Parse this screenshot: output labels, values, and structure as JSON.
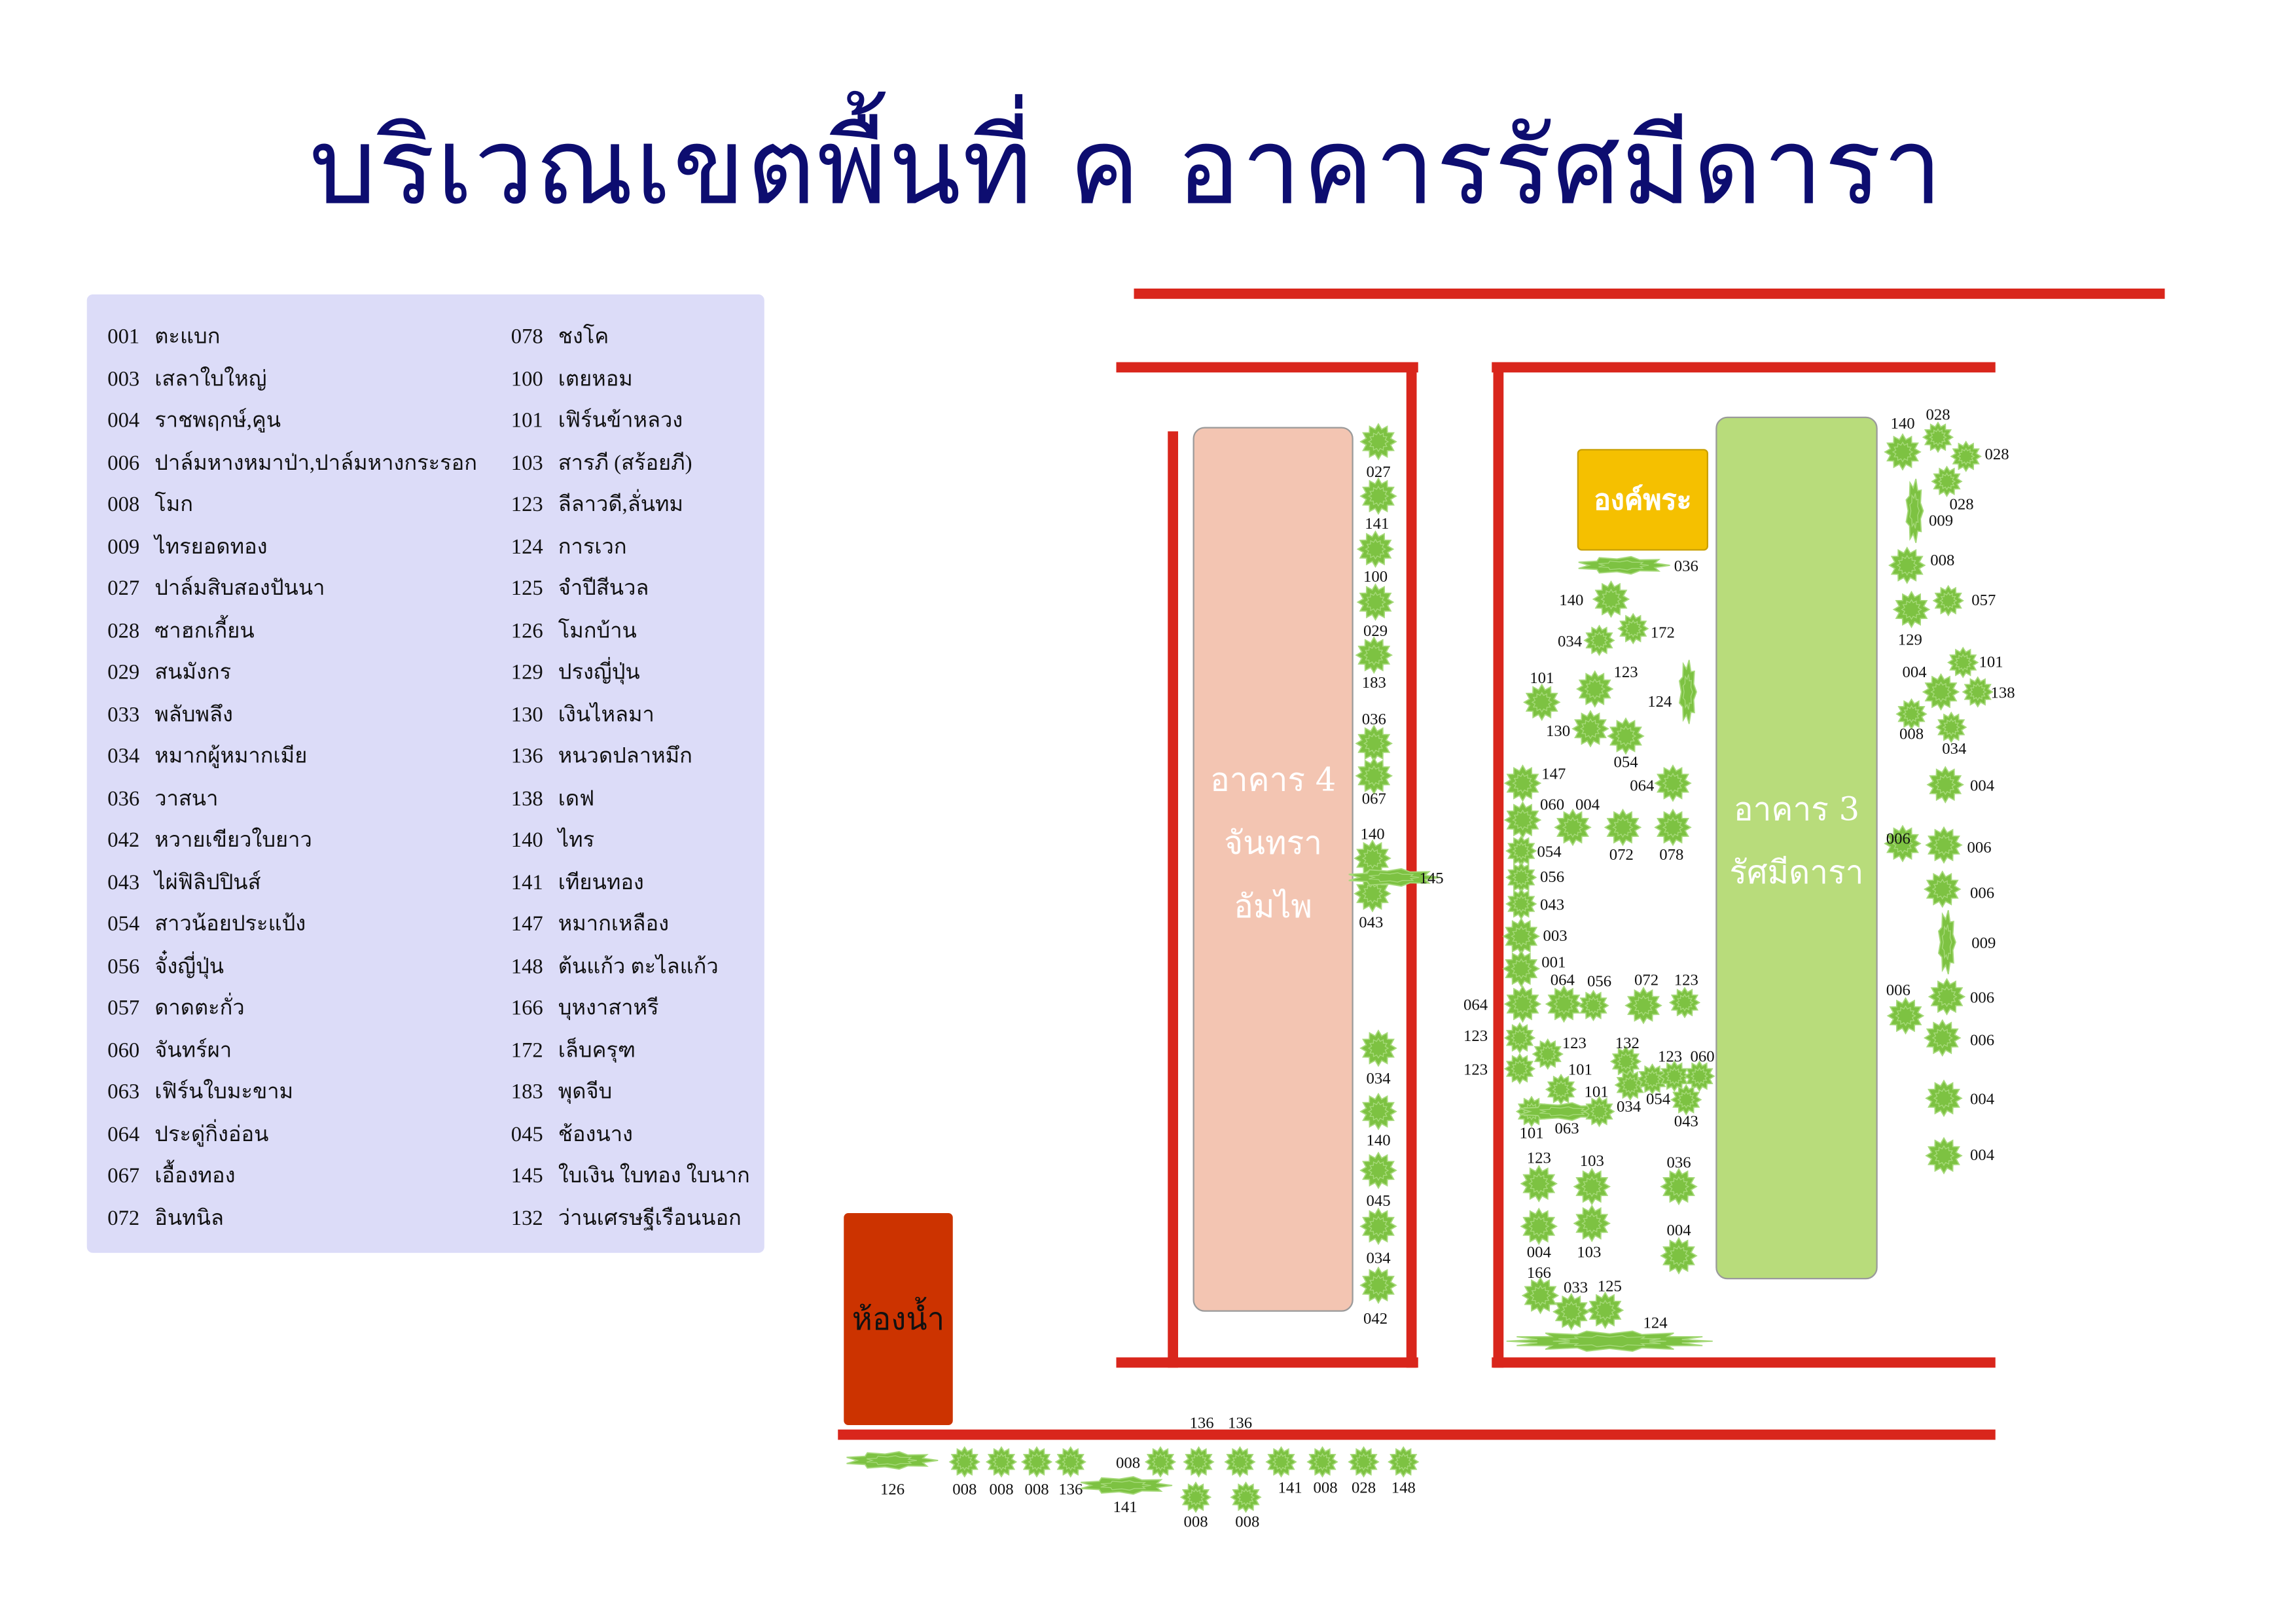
{
  "title": "บริเวณเขตพื้นที่ ค  อาคารรัศมีดารา",
  "legend": [
    {
      "code": "001",
      "name": "ตะแบก"
    },
    {
      "code": "003",
      "name": "เสลาใบใหญ่"
    },
    {
      "code": "004",
      "name": "ราชพฤกษ์,คูน"
    },
    {
      "code": "006",
      "name": "ปาล์มหางหมาป่า,ปาล์มหางกระรอก"
    },
    {
      "code": "008",
      "name": "โมก"
    },
    {
      "code": "009",
      "name": "ไทรยอดทอง"
    },
    {
      "code": "027",
      "name": "ปาล์มสิบสองปันนา"
    },
    {
      "code": "028",
      "name": "ซาฮกเกี้ยน"
    },
    {
      "code": "029",
      "name": "สนมังกร"
    },
    {
      "code": "033",
      "name": "พลับพลึง"
    },
    {
      "code": "034",
      "name": "หมากผู้หมากเมีย"
    },
    {
      "code": "036",
      "name": "วาสนา"
    },
    {
      "code": "042",
      "name": "หวายเขียวใบยาว"
    },
    {
      "code": "043",
      "name": "ไผ่ฟิลิปปินส์"
    },
    {
      "code": "054",
      "name": "สาวน้อยประแป้ง"
    },
    {
      "code": "056",
      "name": "จั๋งญี่ปุ่น"
    },
    {
      "code": "057",
      "name": "ดาดตะกั่ว"
    },
    {
      "code": "060",
      "name": "จันทร์ผา"
    },
    {
      "code": "063",
      "name": "เฟิร์นใบมะขาม"
    },
    {
      "code": "064",
      "name": "ประดู่กิ่งอ่อน"
    },
    {
      "code": "067",
      "name": "เอื้องทอง"
    },
    {
      "code": "072",
      "name": "อินทนิล"
    },
    {
      "code": "078",
      "name": "ชงโค"
    },
    {
      "code": "100",
      "name": "เตยหอม"
    },
    {
      "code": "101",
      "name": "เฟิร์นข้าหลวง"
    },
    {
      "code": "103",
      "name": "สารภี  (สร้อยภี)"
    },
    {
      "code": "123",
      "name": "ลีลาวดี,ลั่นทม"
    },
    {
      "code": "124",
      "name": "การเวก"
    },
    {
      "code": "125",
      "name": "จำปีสีนวล"
    },
    {
      "code": "126",
      "name": "โมกบ้าน"
    },
    {
      "code": "129",
      "name": "ปรงญี่ปุ่น"
    },
    {
      "code": "130",
      "name": "เงินไหลมา"
    },
    {
      "code": "136",
      "name": "หนวดปลาหมึก"
    },
    {
      "code": "138",
      "name": "เดฟ"
    },
    {
      "code": "140",
      "name": "ไทร"
    },
    {
      "code": "141",
      "name": "เทียนทอง"
    },
    {
      "code": "147",
      "name": "หมากเหลือง"
    },
    {
      "code": "148",
      "name": "ต้นแก้ว ตะไลแก้ว"
    },
    {
      "code": "166",
      "name": "บุหงาสาหรี"
    },
    {
      "code": "172",
      "name": "เล็บครุฑ"
    },
    {
      "code": "183",
      "name": "พุดจีบ"
    },
    {
      "code": "045",
      "name": "ช้องนาง"
    },
    {
      "code": "145",
      "name": "ใบเงิน ใบทอง ใบนาก"
    },
    {
      "code": "132",
      "name": "ว่านเศรษฐีเรือนนอก"
    }
  ],
  "buildings": {
    "building4": [
      "อาคาร 4",
      "จันทรา",
      "อัมไพ"
    ],
    "building3": [
      "อาคาร 3",
      "รัศมีดารา"
    ],
    "shrine": "องค์พระ",
    "restroom": "ห้องน้ำ"
  },
  "plant_labels": [
    "027",
    "141",
    "100",
    "029",
    "183",
    "036",
    "067",
    "140",
    "043",
    "145",
    "034",
    "140",
    "045",
    "034",
    "042",
    "140",
    "034",
    "172",
    "036",
    "101",
    "123",
    "124",
    "130",
    "054",
    "147",
    "064",
    "060",
    "004",
    "072",
    "078",
    "054",
    "056",
    "043",
    "003",
    "001",
    "064",
    "064",
    "056",
    "072",
    "123",
    "123",
    "123",
    "123",
    "101",
    "132",
    "034",
    "054",
    "123",
    "060",
    "043",
    "101",
    "063",
    "101",
    "123",
    "103",
    "036",
    "004",
    "103",
    "004",
    "166",
    "033",
    "125",
    "124",
    "140",
    "028",
    "028",
    "028",
    "009",
    "008",
    "057",
    "129",
    "101",
    "004",
    "138",
    "008",
    "034",
    "004",
    "006",
    "006",
    "006",
    "009",
    "006",
    "006",
    "006",
    "004",
    "004",
    "126",
    "008",
    "008",
    "008",
    "136",
    "141",
    "008",
    "136",
    "136",
    "008",
    "008",
    "141",
    "008",
    "028",
    "148"
  ],
  "colors": {
    "wall": "#d9261c",
    "plant": "#7dc242",
    "building4": "#f3c5b2",
    "building3": "#b8dc7b",
    "shrine": "#f5c000",
    "restroom": "#cc3300",
    "title": "#0d0d70",
    "legend_bg": "#dcdcf8"
  }
}
